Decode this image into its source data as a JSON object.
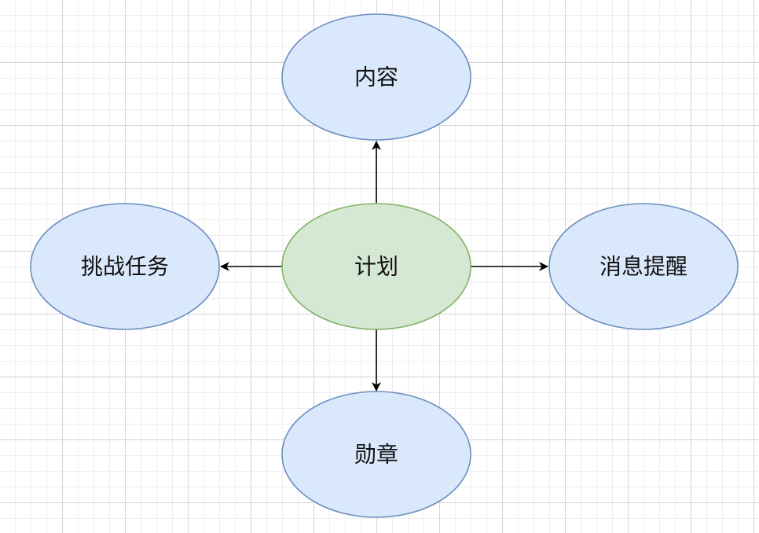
{
  "diagram": {
    "center": {
      "label": "计划",
      "fill": "#d5e8d4",
      "stroke": "#82b366"
    },
    "nodes": {
      "top": {
        "label": "内容"
      },
      "left": {
        "label": "挑战任务"
      },
      "right": {
        "label": "消息提醒"
      },
      "bottom": {
        "label": "勋章"
      }
    },
    "node_fill": "#dae8fc",
    "node_stroke": "#6c8ebf",
    "edge_color": "#000000"
  }
}
